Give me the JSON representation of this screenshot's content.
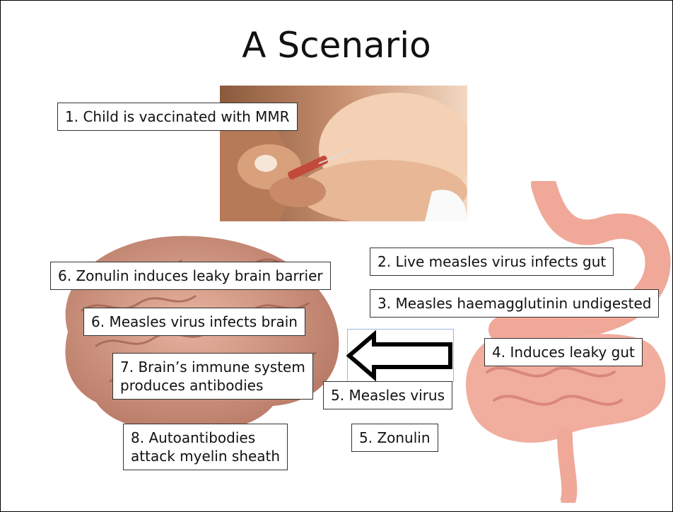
{
  "slide": {
    "title": "A Scenario"
  },
  "labels": {
    "vaccinated": "1. Child is vaccinated with MMR",
    "live_virus": "2. Live measles virus infects gut",
    "haemagglutinin": "3. Measles haemagglutinin undigested",
    "leaky_gut": "4. Induces leaky gut",
    "measles_virus": "5. Measles virus",
    "zonulin": "5. Zonulin",
    "zonulin_brain": "6. Zonulin induces leaky brain barrier",
    "virus_brain": "6. Measles virus infects brain",
    "immune_line1": "7. Brain’s immune system",
    "immune_line2": "produces antibodies",
    "autoantibodies_line1": "8. Autoantibodies",
    "autoantibodies_line2": "attack myelin sheath"
  },
  "colors": {
    "brain": "#d9a08c",
    "gut": "#f0a898",
    "arrow": "#000000"
  }
}
